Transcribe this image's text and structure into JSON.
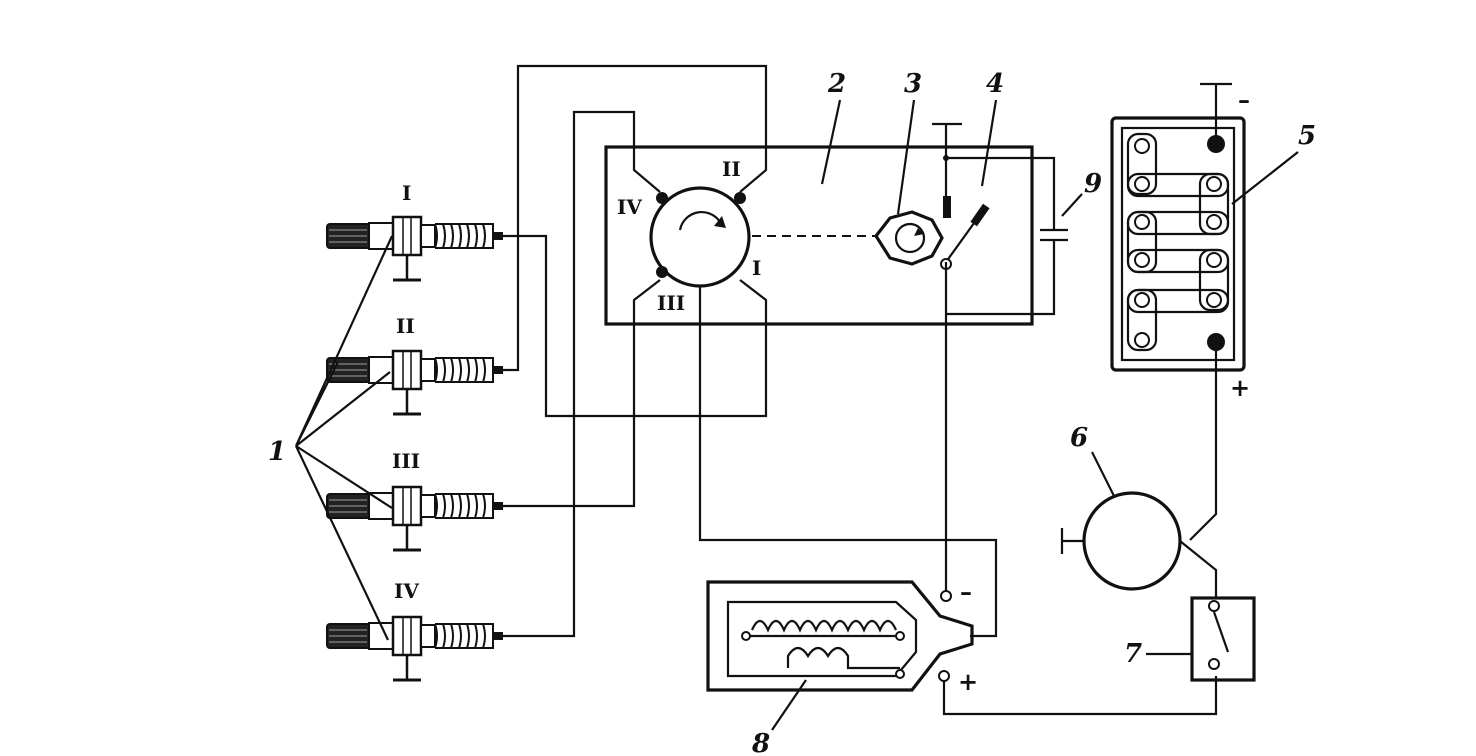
{
  "diagram": {
    "labels": {
      "spark_plugs": "1",
      "distributor": "2",
      "cam": "3",
      "breaker": "4",
      "battery": "5",
      "generator": "6",
      "switch": "7",
      "coil": "8",
      "capacitor": "9"
    },
    "plugs": [
      "I",
      "II",
      "III",
      "IV"
    ],
    "rotor_terminals": [
      "I",
      "II",
      "III",
      "IV"
    ],
    "signs": {
      "battery_minus": "–",
      "battery_plus": "+",
      "coil_minus": "–",
      "coil_plus": "+"
    },
    "colors": {
      "ink": "#111111",
      "paper": "#ffffff"
    }
  }
}
